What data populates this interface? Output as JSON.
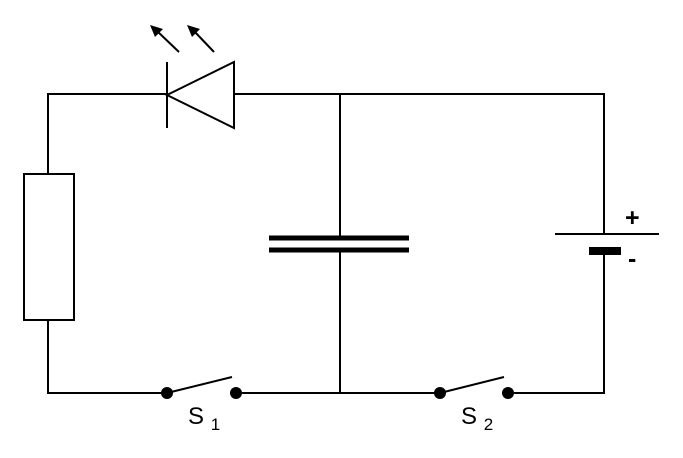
{
  "colors": {
    "line": "#000000",
    "background": "#ffffff"
  },
  "labels": {
    "switch1": {
      "main": "S",
      "subscript": "1"
    },
    "switch2": {
      "main": "S",
      "subscript": "2"
    },
    "battery": {
      "plus": "+",
      "minus": "-"
    }
  },
  "components": {
    "led": "light-emitting-diode",
    "resistor": "resistor",
    "capacitor": "capacitor",
    "battery": "battery",
    "switches": [
      "switch-open",
      "switch-open"
    ]
  }
}
